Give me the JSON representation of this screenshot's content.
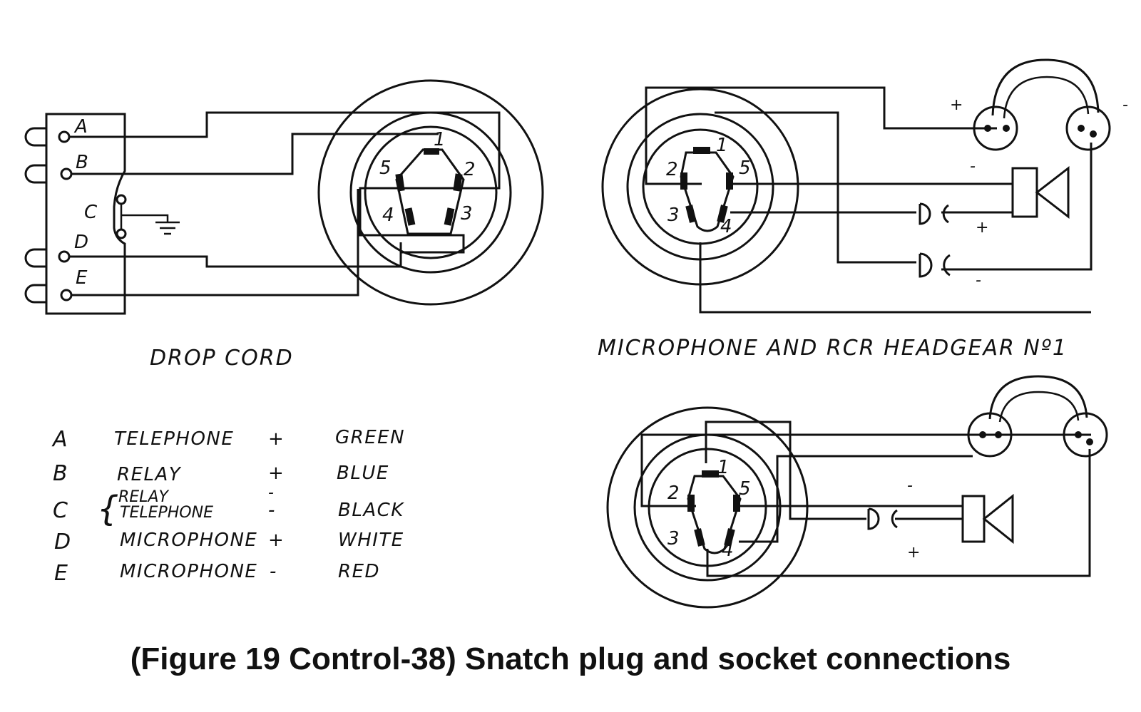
{
  "labels": {
    "drop_cord": "DROP CORD",
    "headgear": "MICROPHONE AND RCR HEADGEAR Nº1",
    "caption": "(Figure 19 Control-38) Snatch plug and socket connections"
  },
  "terminals": [
    "A",
    "B",
    "C",
    "D",
    "E"
  ],
  "pins": [
    "1",
    "2",
    "3",
    "4",
    "5"
  ],
  "polarity": {
    "plus": "+",
    "minus": "-"
  },
  "legend": [
    {
      "letter": "A",
      "function": "TELEPHONE",
      "polarity": "+",
      "color": "GREEN"
    },
    {
      "letter": "B",
      "function": "RELAY",
      "polarity": "+",
      "color": "BLUE"
    },
    {
      "letter": "C",
      "function_1": "RELAY",
      "polarity_1": "-",
      "function_2": "TELEPHONE",
      "polarity": "-",
      "color": "BLACK"
    },
    {
      "letter": "D",
      "function": "MICROPHONE",
      "polarity": "+",
      "color": "WHITE"
    },
    {
      "letter": "E",
      "function": "MICROPHONE",
      "polarity": "-",
      "color": "RED"
    }
  ]
}
